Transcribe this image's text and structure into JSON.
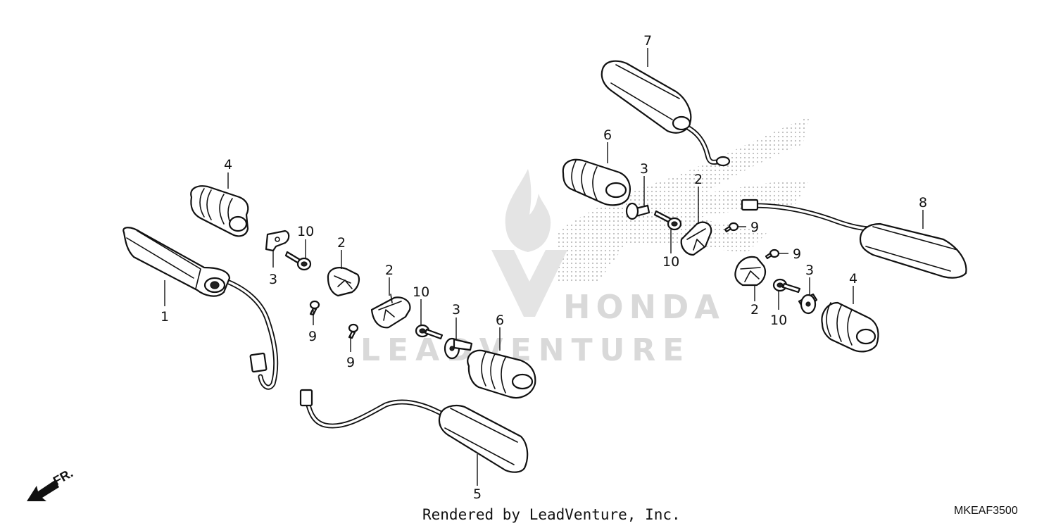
{
  "diagram": {
    "callouts": [
      {
        "id": "c1",
        "label": "1"
      },
      {
        "id": "c2a",
        "label": "2"
      },
      {
        "id": "c2b",
        "label": "2"
      },
      {
        "id": "c2c",
        "label": "2"
      },
      {
        "id": "c2d",
        "label": "2"
      },
      {
        "id": "c3a",
        "label": "3"
      },
      {
        "id": "c3b",
        "label": "3"
      },
      {
        "id": "c3c",
        "label": "3"
      },
      {
        "id": "c3d",
        "label": "3"
      },
      {
        "id": "c4a",
        "label": "4"
      },
      {
        "id": "c4b",
        "label": "4"
      },
      {
        "id": "c5",
        "label": "5"
      },
      {
        "id": "c6a",
        "label": "6"
      },
      {
        "id": "c6b",
        "label": "6"
      },
      {
        "id": "c7",
        "label": "7"
      },
      {
        "id": "c8",
        "label": "8"
      },
      {
        "id": "c9a",
        "label": "9"
      },
      {
        "id": "c9b",
        "label": "9"
      },
      {
        "id": "c9c",
        "label": "9"
      },
      {
        "id": "c9d",
        "label": "9"
      },
      {
        "id": "c10a",
        "label": "10"
      },
      {
        "id": "c10b",
        "label": "10"
      },
      {
        "id": "c10c",
        "label": "10"
      },
      {
        "id": "c10d",
        "label": "10"
      }
    ],
    "direction_label": "FR.",
    "watermark": {
      "brand": "HONDA",
      "text": "LEADVENTURE"
    },
    "credit": "Rendered by LeadVenture, Inc.",
    "drawing_code": "MKEAF3500"
  }
}
